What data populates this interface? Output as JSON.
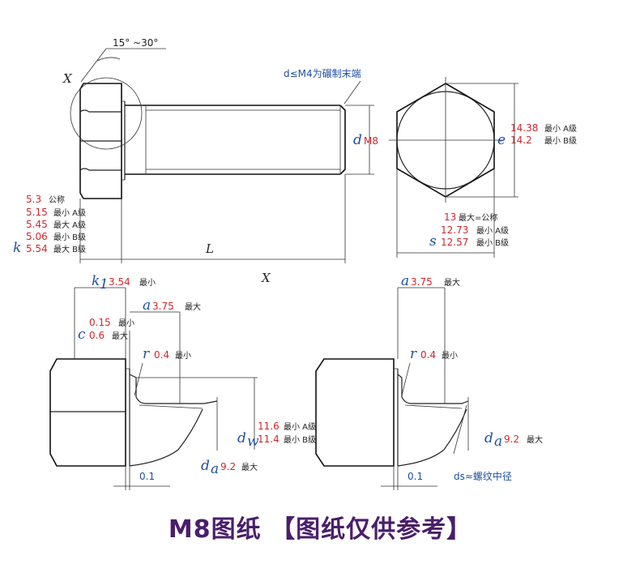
{
  "main_view": {
    "angle": "15° ~30°",
    "section_label_x_left": "X",
    "section_label_x_bottom": "X",
    "rolled_end_note": "d≤M4为碾制末端",
    "d_symbol": "d",
    "d_value": "M8",
    "e_symbol": "e",
    "e_values": [
      {
        "value": "14.38",
        "note": "最小 A级"
      },
      {
        "value": "14.2",
        "note": "最小 B级"
      }
    ],
    "s_symbol": "s",
    "s_values": [
      {
        "value": "13",
        "note": "最大=公称"
      },
      {
        "value": "12.73",
        "note": "最小 A级"
      },
      {
        "value": "12.57",
        "note": "最小 B级"
      }
    ],
    "k_symbol": "k",
    "k_values": [
      {
        "value": "5.3",
        "note": "公称"
      },
      {
        "value": "5.15",
        "note": "最小 A级"
      },
      {
        "value": "5.45",
        "note": "最大 A级"
      },
      {
        "value": "5.06",
        "note": "最小 B级"
      },
      {
        "value": "5.54",
        "note": "最大 B级"
      }
    ],
    "L_symbol": "L"
  },
  "detail_left": {
    "k1_symbol": "k",
    "k1_sub": "1",
    "k1_value": "3.54",
    "k1_note": "最小",
    "c_symbol": "c",
    "c_values": [
      {
        "value": "0.15",
        "note": "最小"
      },
      {
        "value": "0.6",
        "note": "最大"
      }
    ],
    "a_symbol": "a",
    "a_value": "3.75",
    "a_note": "最大",
    "r_symbol": "r",
    "r_value": "0.4",
    "r_note": "最小",
    "dw_symbol": "d",
    "dw_sub": "w",
    "dw_values": [
      {
        "value": "11.6",
        "note": "最小 A级"
      },
      {
        "value": "11.4",
        "note": "最小 B级"
      }
    ],
    "da_symbol": "d",
    "da_sub": "a",
    "da_value": "9.2",
    "da_note": "最大",
    "gap": "0.1"
  },
  "detail_right": {
    "a_symbol": "a",
    "a_value": "3.75",
    "a_note": "最大",
    "r_symbol": "r",
    "r_value": "0.4",
    "r_note": "最小",
    "da_symbol": "d",
    "da_sub": "a",
    "da_value": "9.2",
    "da_note": "最大",
    "gap": "0.1",
    "ds_note": "ds≈螺纹中径"
  },
  "footer": {
    "title": "M8图纸 【图纸仅供参考】"
  }
}
